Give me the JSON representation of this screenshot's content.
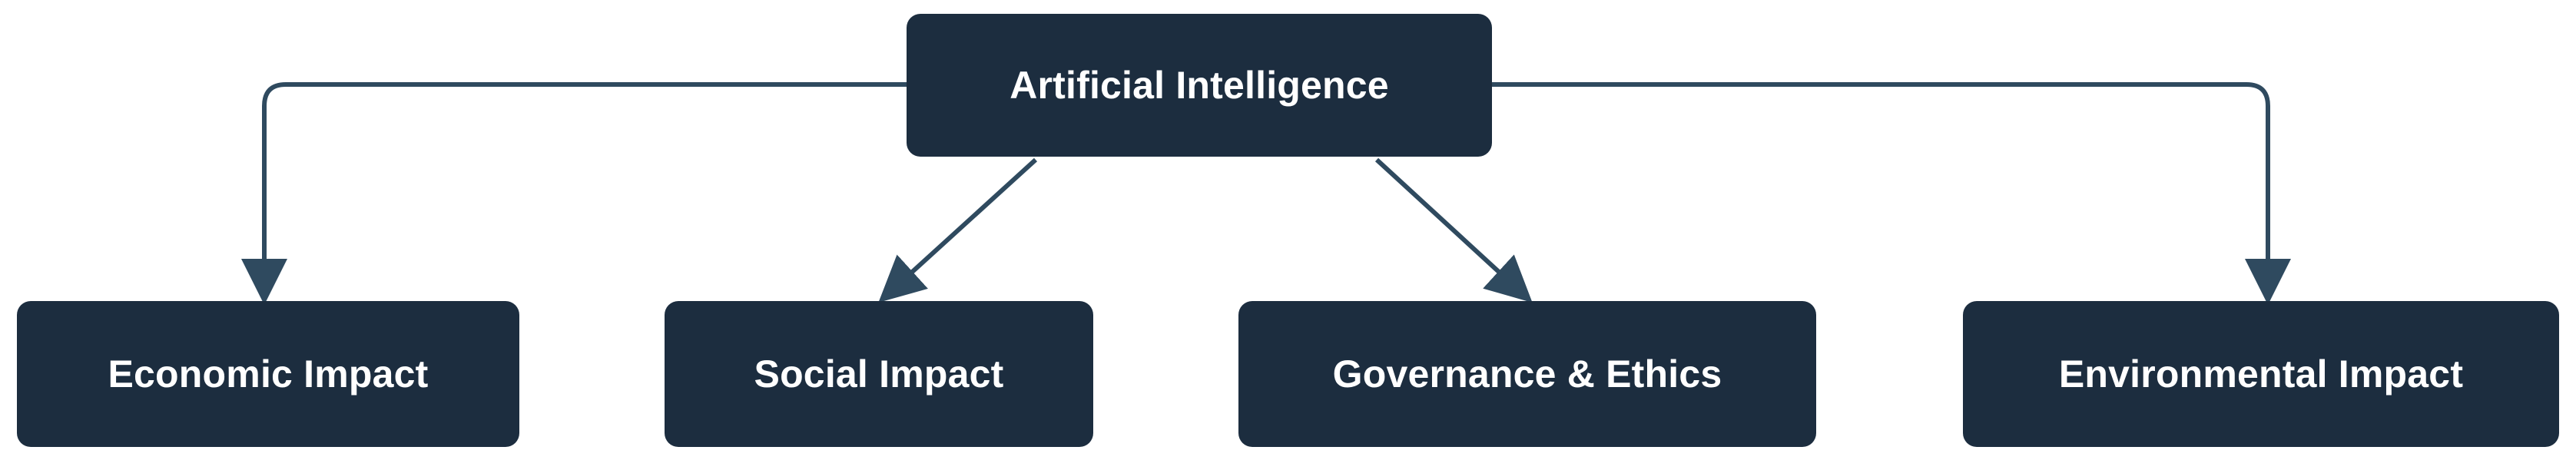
{
  "diagram": {
    "root": {
      "label": "Artificial Intelligence"
    },
    "children": [
      {
        "key": "economic",
        "label": "Economic Impact"
      },
      {
        "key": "social",
        "label": "Social Impact"
      },
      {
        "key": "governance",
        "label": "Governance & Ethics"
      },
      {
        "key": "environmental",
        "label": "Environmental Impact"
      }
    ],
    "colors": {
      "node_fill": "#1c2d3f",
      "node_text": "#ffffff",
      "connector": "#2f4a5f",
      "background": "#ffffff"
    }
  }
}
